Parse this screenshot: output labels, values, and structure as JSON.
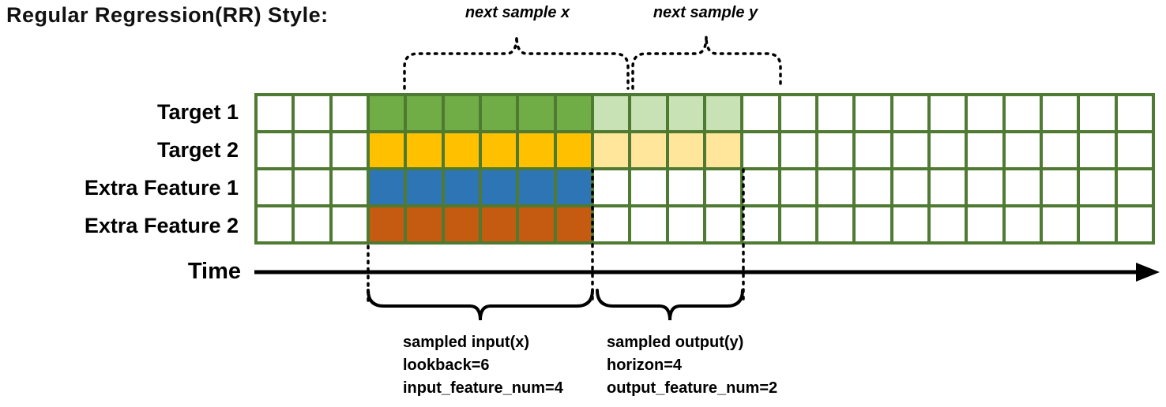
{
  "title": "Regular Regression(RR) Style:",
  "annotations": {
    "next_sample_x": "next sample x",
    "next_sample_y": "next sample y"
  },
  "time_label": "Time",
  "grid": {
    "columns": 24,
    "input_start_col": 3,
    "lookback": 6,
    "horizon": 4,
    "line_color": "#4f7a32",
    "rows": [
      {
        "label": "Target 1",
        "input_color": "#70ad47",
        "output_color": "#c9e2b5"
      },
      {
        "label": "Target 2",
        "input_color": "#ffc000",
        "output_color": "#ffe69a"
      },
      {
        "label": "Extra Feature 1",
        "input_color": "#2e75b6",
        "output_color": null
      },
      {
        "label": "Extra Feature 2",
        "input_color": "#c55a11",
        "output_color": null
      }
    ]
  },
  "input_block": {
    "lines": [
      "sampled input(x)",
      "lookback=6",
      "input_feature_num=4"
    ]
  },
  "output_block": {
    "lines": [
      "sampled output(y)",
      "horizon=4",
      "output_feature_num=2"
    ]
  }
}
